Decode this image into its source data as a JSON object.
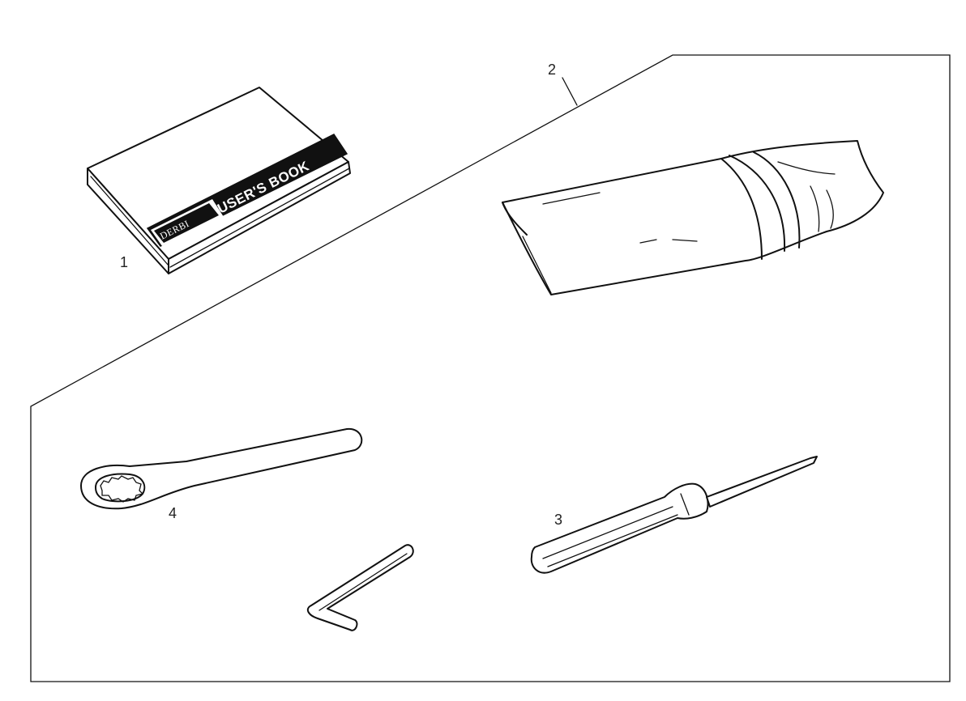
{
  "callouts": [
    {
      "id": "1",
      "label": "1",
      "item": "users-book"
    },
    {
      "id": "2",
      "label": "2",
      "item": "tool-pouch"
    },
    {
      "id": "3",
      "label": "3",
      "item": "screwdriver"
    },
    {
      "id": "4",
      "label": "4",
      "item": "ring-spanner"
    }
  ],
  "book": {
    "title": "USER'S BOOK",
    "brand": "DERBI"
  },
  "colors": {
    "ink": "#111111",
    "background": "#ffffff",
    "book_band": "#111111"
  },
  "icons": [
    "book-icon",
    "pouch-icon",
    "ring-spanner-icon",
    "hex-key-icon",
    "screwdriver-icon"
  ]
}
